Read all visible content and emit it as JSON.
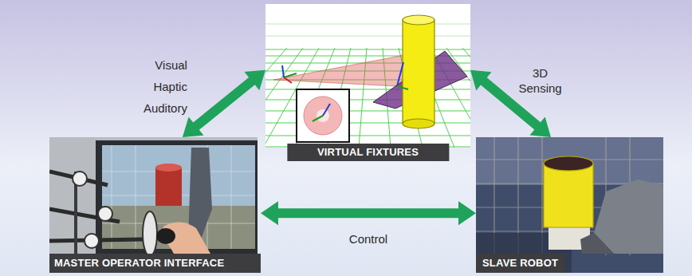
{
  "diagram": {
    "nodes": [
      {
        "text": [
          "VIRTUAL FIXTURES"
        ]
      },
      {
        "text": [
          "MASTER OPERATOR INTERFACE"
        ]
      },
      {
        "text": [
          "SLAVE ROBOT"
        ]
      }
    ],
    "edges": [
      {
        "from": 1,
        "to": 0,
        "arrow": "both",
        "label": "Visual Haptic Auditory"
      },
      {
        "from": 0,
        "to": 2,
        "arrow": "both",
        "label": "3D Sensing"
      },
      {
        "from": 1,
        "to": 2,
        "arrow": "both",
        "label": "Control"
      }
    ]
  }
}
